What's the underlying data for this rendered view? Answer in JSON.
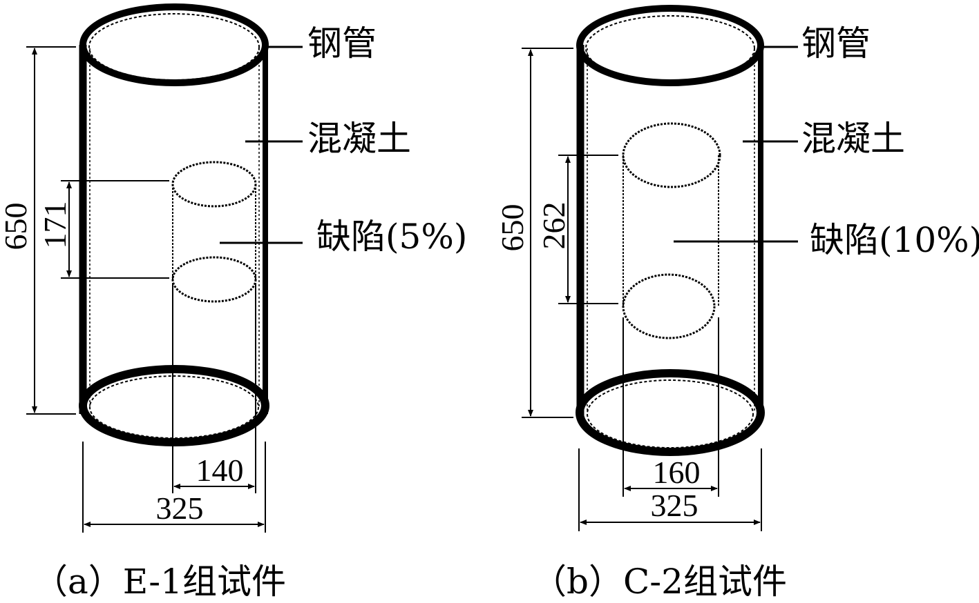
{
  "panels": [
    {
      "caption": "（a）E-1组试件",
      "labels": {
        "steel": "钢管",
        "concrete": "混凝土",
        "defect": "缺陷(5%)"
      },
      "dims": {
        "height": "650",
        "defect_height": "171",
        "defect_dia": "140",
        "outer_dia": "325"
      }
    },
    {
      "caption": "（b）C-2组试件",
      "labels": {
        "steel": "钢管",
        "concrete": "混凝土",
        "defect": "缺陷(10%)"
      },
      "dims": {
        "height": "650",
        "defect_height": "262",
        "defect_dia": "160",
        "outer_dia": "325"
      }
    }
  ]
}
